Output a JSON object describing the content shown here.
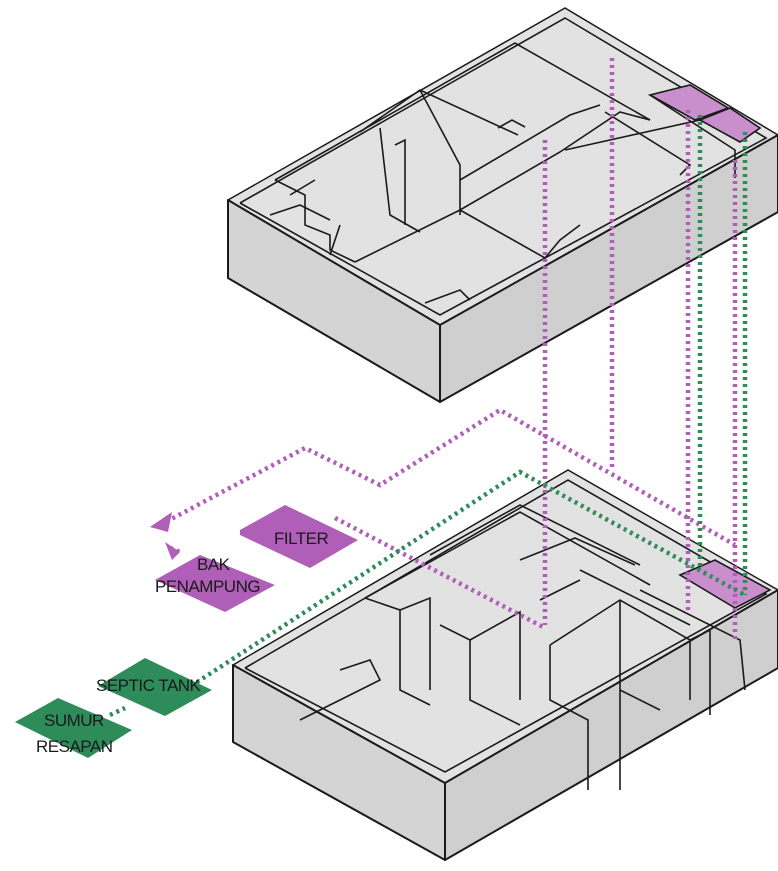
{
  "colors": {
    "clean_water": "#b05fb8",
    "waste_water": "#2e8b5a",
    "building": "#d8d8d8",
    "outline": "#1a1a1a"
  },
  "labels": {
    "filter": "FILTER",
    "bak_line1": "BAK",
    "bak_line2": "PENAMPUNG",
    "septic": "SEPTIC TANK",
    "sumur_line1": "SUMUR",
    "sumur_line2": "RESAPAN"
  }
}
